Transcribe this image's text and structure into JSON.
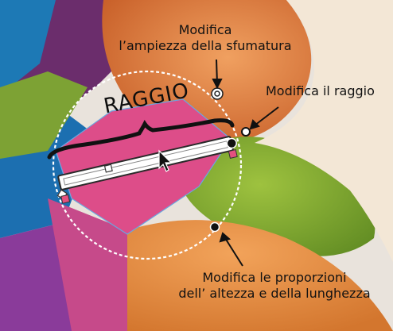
{
  "annotations": {
    "gradient_width": {
      "line1": "Modifica",
      "line2": "l’ampiezza della sfumatura"
    },
    "radius": {
      "text": "Modifica il raggio"
    },
    "proportions": {
      "line1": "Modifica le proporzioni",
      "line2": "dell’ altezza e della lunghezza"
    }
  },
  "brace_label": "RAGGIO",
  "icons": {
    "pointer": "mouse-pointer-icon",
    "width_handle": "ring-handle-icon",
    "radius_handle": "open-circle-handle-icon",
    "proportion_handle": "dot-handle-icon"
  },
  "colors": {
    "orange": "#e07a3a",
    "green": "#86ab32",
    "pink": "#dc4c88",
    "purple": "#8b3f9c",
    "blue": "#1a6fa8",
    "cream": "#f3e7d6"
  }
}
